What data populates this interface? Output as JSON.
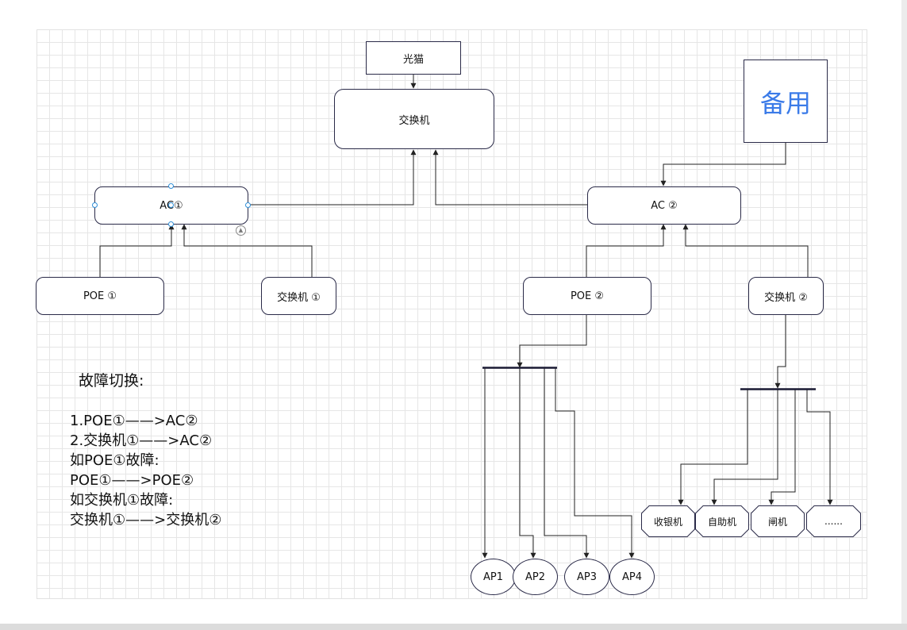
{
  "nodes": {
    "modem": "光猫",
    "core_switch": "交换机",
    "spare": "备用",
    "ac1": "AC①",
    "ac2": "AC ②",
    "poe1": "POE ①",
    "switch1": "交换机 ①",
    "poe2": "POE ②",
    "switch2": "交换机 ②",
    "cashier": "收银机",
    "self_service": "自助机",
    "gate": "闸机",
    "more": "......",
    "ap1": "AP1",
    "ap2": "AP2",
    "ap3": "AP3",
    "ap4": "AP4"
  },
  "notes": {
    "title": "故障切换:",
    "lines": [
      "1.POE①——>AC②",
      "2.交换机①——>AC②",
      "如POE①故障:",
      "POE①——>POE②",
      "如交换机①故障:",
      "交换机①——>交换机②"
    ]
  },
  "colors": {
    "node_border": "#2a2a48",
    "connector": "#222222",
    "spare_text": "#3b7be8",
    "selection_handle": "#2f8fd8",
    "grid": "#e6e6e6"
  },
  "icons": {
    "rotate": "rotate-handle-icon"
  }
}
